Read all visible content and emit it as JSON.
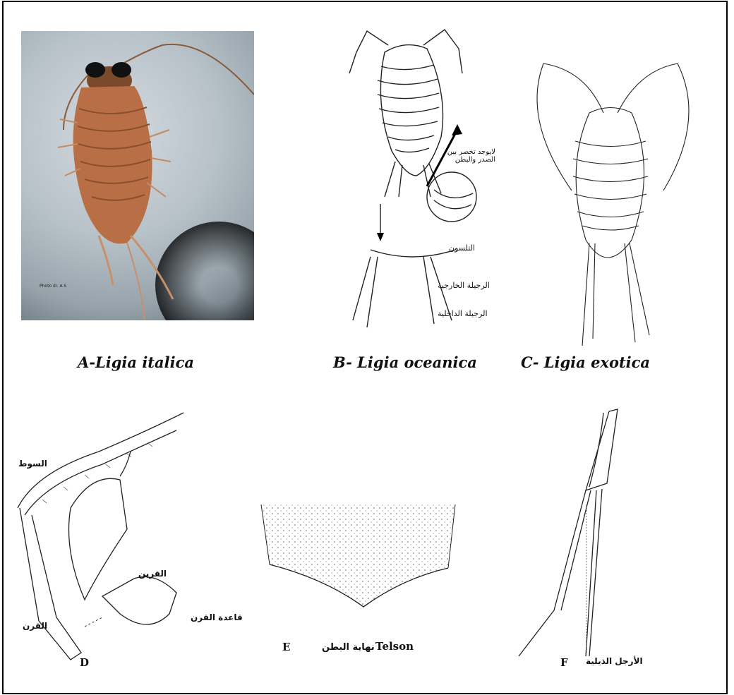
{
  "captions": {
    "a": "A-Ligia italica",
    "b": "B- Ligia oceanica",
    "c": "C- Ligia exotica"
  },
  "photo_credit": "Photo  dr.  A.S",
  "panel_b_labels": {
    "no_waist": "لايوجد تخصر بين الصدر والبطن",
    "telson": "التلسون",
    "outer_ramus": "الرجيلة الخارجية",
    "inner_ramus": "الرجيلة الداخلية"
  },
  "panel_d": {
    "letter": "D",
    "flagellum": "السوط",
    "antennule": "القرين",
    "antenna": "القرن",
    "antenna_base": "قاعدة القرن"
  },
  "panel_e": {
    "letter": "E",
    "label_ar": "نهاية البطن",
    "label_en": "Telson"
  },
  "panel_f": {
    "letter": "F",
    "label": "الأرجل الذيلية"
  }
}
